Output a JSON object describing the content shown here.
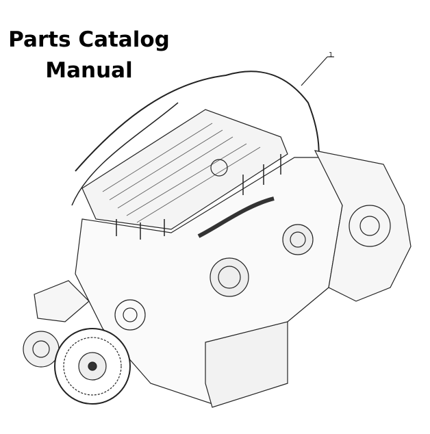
{
  "title": {
    "line1": "Parts Catalog",
    "line2": "Manual"
  },
  "illustration": {
    "callouts": [
      "1"
    ]
  }
}
